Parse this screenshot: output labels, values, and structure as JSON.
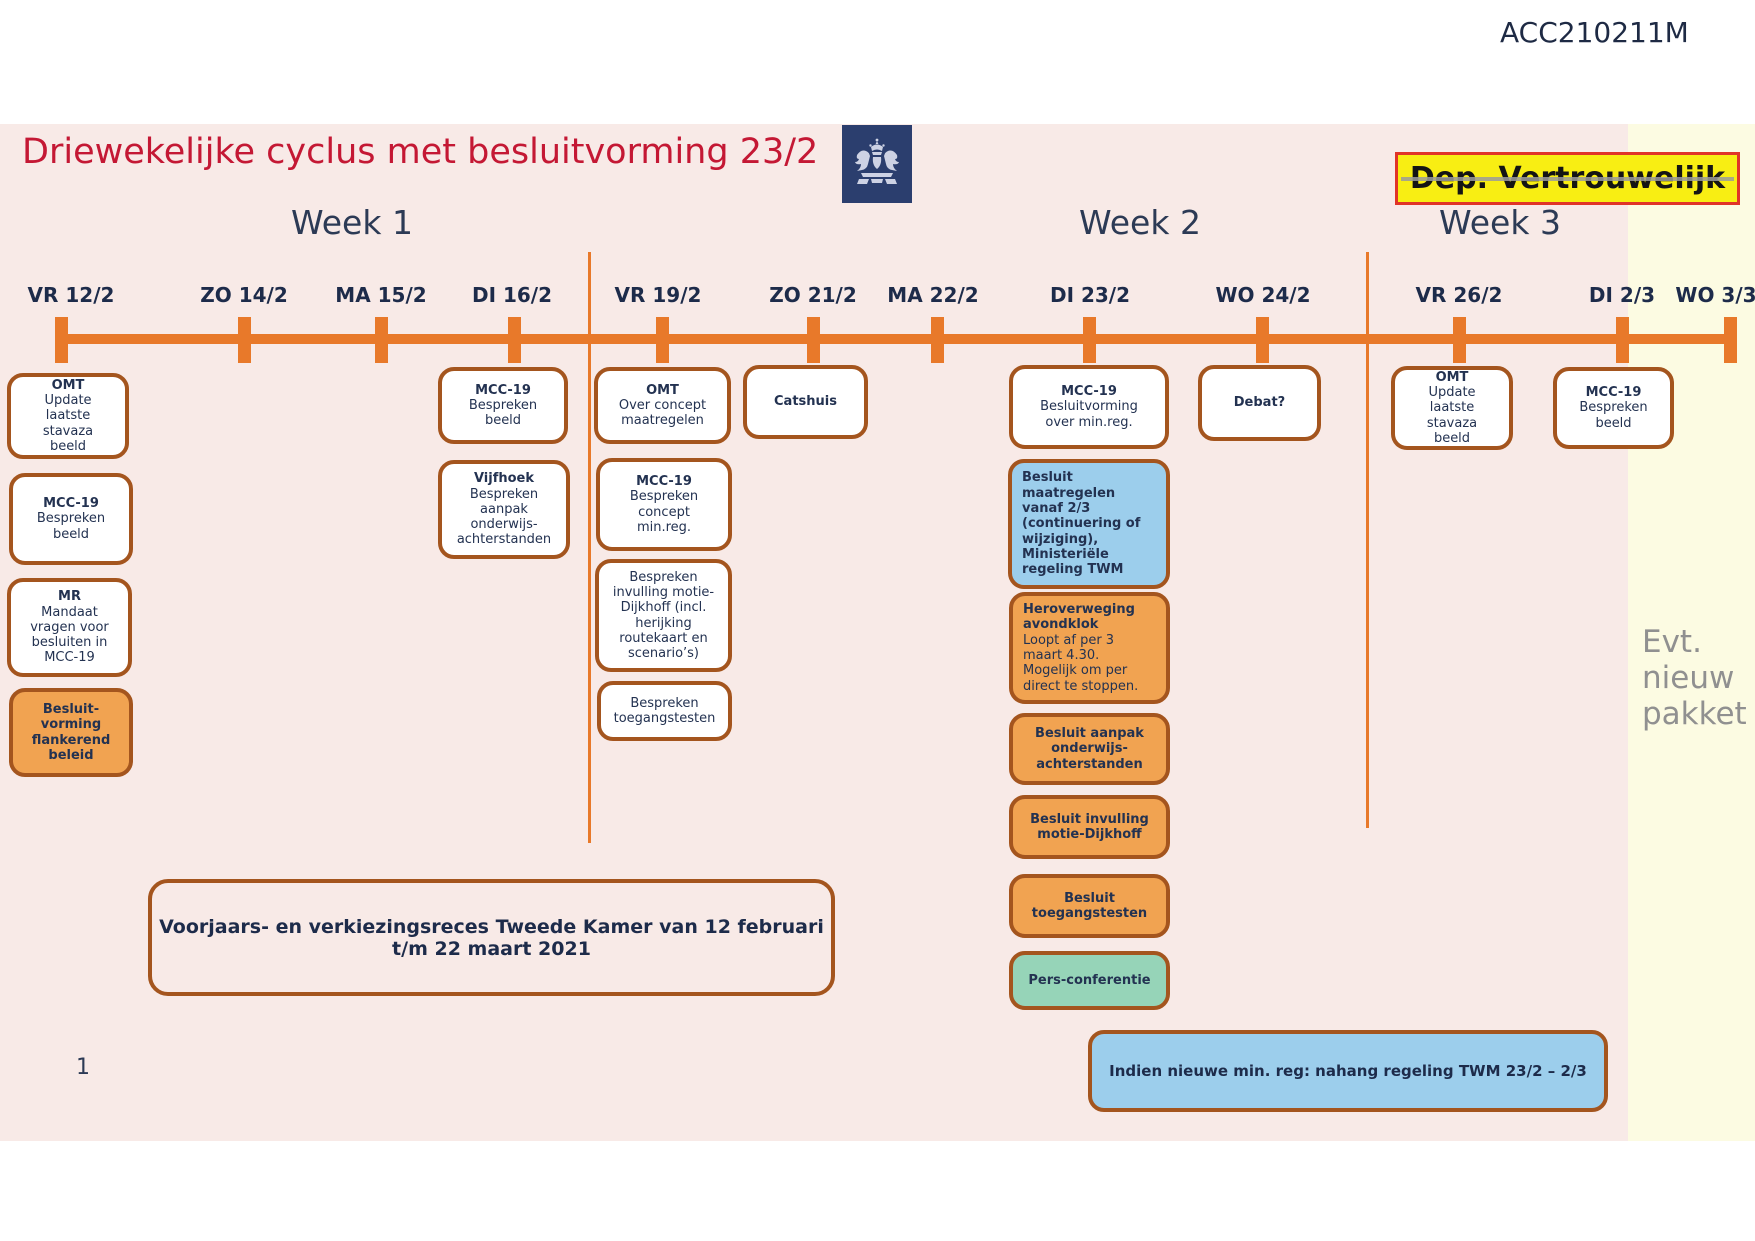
{
  "header": {
    "doc_code": "ACC210211M",
    "title": "Driewekelijke cyclus met besluitvorming 23/2",
    "confidential_label": "Dep. Vertrouwelijk"
  },
  "weeks": [
    {
      "label": "Week 1"
    },
    {
      "label": "Week 2"
    },
    {
      "label": "Week 3"
    }
  ],
  "timeline": {
    "dates": [
      "VR 12/2",
      "ZO 14/2",
      "MA 15/2",
      "DI 16/2",
      "VR 19/2",
      "ZO 21/2",
      "MA 22/2",
      "DI 23/2",
      "WO 24/2",
      "VR 26/2",
      "DI 2/3",
      "WO 3/3"
    ]
  },
  "boxes": {
    "omt_12_2": {
      "title": "OMT",
      "body": "Update\nlaatste\nstavaza\nbeeld"
    },
    "mcc_12_2": {
      "title": "MCC-19",
      "body": "Bespreken\nbeeld"
    },
    "mr_12_2": {
      "title": "MR",
      "body": "Mandaat\nvragen voor\nbesluiten in\nMCC-19"
    },
    "flankerend_12_2": {
      "body": "Besluit-\nvorming\nflankerend\nbeleid"
    },
    "mcc_16_2": {
      "title": "MCC-19",
      "body": "Bespreken\nbeeld"
    },
    "vijfhoek_16_2": {
      "title": "Vijfhoek",
      "body": "Bespreken\naanpak\nonderwijs-\nachterstanden"
    },
    "omt_19_2": {
      "title": "OMT",
      "body": "Over concept\nmaatregelen"
    },
    "mcc_19_2": {
      "title": "MCC-19",
      "body": "Bespreken\nconcept\nmin.reg."
    },
    "motie_19_2": {
      "body": "Bespreken\ninvulling motie-\nDijkhoff (incl.\nherijking\nroutekaart en\nscenario’s)"
    },
    "toegangstesten_19_2": {
      "body": "Bespreken\ntoegangstesten"
    },
    "catshuis_21_2": {
      "title": "Catshuis"
    },
    "mcc_23_2": {
      "title": "MCC-19",
      "body": "Besluitvorming\nover min.reg."
    },
    "besluit_maatregelen_23_2": {
      "body": "Besluit\nmaatregelen\nvanaf 2/3\n(continuering of\nwijziging),\nMinisteriële\nregeling TWM"
    },
    "heroverweging_23_2": {
      "title": "Heroverweging\navondklok",
      "body": "Loopt af per 3\nmaart 4.30.\nMogelijk om per\ndirect te stoppen."
    },
    "besluit_aanpak_23_2": {
      "body": "Besluit aanpak\nonderwijs-\nachterstanden"
    },
    "besluit_invulling_23_2": {
      "body": "Besluit invulling\nmotie-Dijkhoff"
    },
    "besluit_toegangstesten_23_2": {
      "body": "Besluit\ntoegangstesten"
    },
    "persconferentie_23_2": {
      "body": "Pers-conferentie"
    },
    "debat_24_2": {
      "title": "Debat?"
    },
    "omt_26_2": {
      "title": "OMT",
      "body": "Update\nlaatste\nstavaza\nbeeld"
    },
    "mcc_2_3": {
      "title": "MCC-19",
      "body": "Bespreken\nbeeld"
    }
  },
  "notes": {
    "reces": "Voorjaars- en verkiezingsreces Tweede Kamer van 12 februari\nt/m 22 maart 2021",
    "nahang": "Indien nieuwe min. reg: nahang regeling TWM 23/2 – 2/3",
    "evt_nieuw_pakket": "Evt.\nnieuw\npakket",
    "page_number": "1"
  },
  "colors": {
    "background_pink": "#f8eae7",
    "background_yellow": "#fcfbe2",
    "timeline_orange": "#e8792a",
    "border_brown": "#a4551e",
    "box_orange": "#f1a351",
    "box_blue": "#9cceec",
    "box_green": "#96d4b8",
    "badge_yellow": "#f8ee13",
    "badge_border_red": "#e03428",
    "title_red": "#c41834",
    "text_navy": "#233251",
    "logo_navy": "#2b3e6e",
    "note_gray": "#909090"
  }
}
